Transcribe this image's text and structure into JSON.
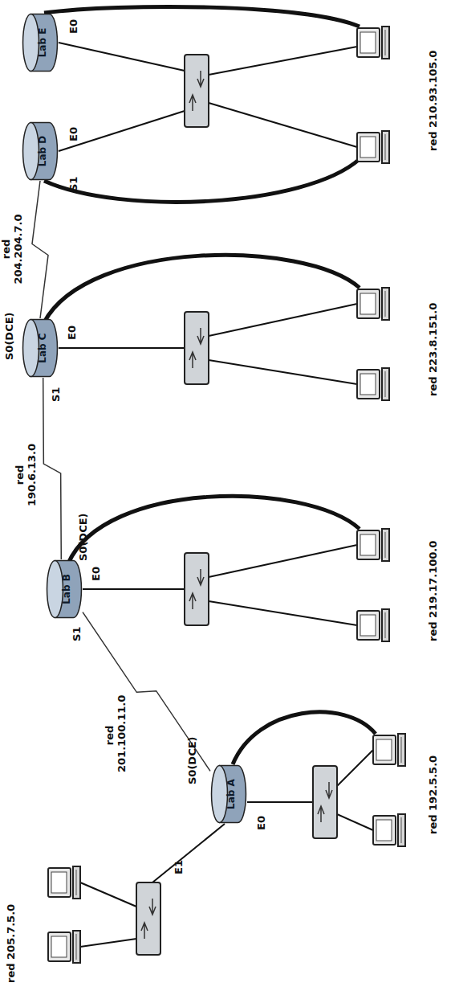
{
  "diagram": {
    "nodes": [
      {
        "text": [
          "Lab A"
        ]
      },
      {
        "text": [
          "Lab B"
        ]
      },
      {
        "text": [
          "Lab C"
        ]
      },
      {
        "text": [
          "Lab D"
        ]
      },
      {
        "text": [
          "Lab E"
        ]
      }
    ],
    "edges": [
      {
        "from": 0,
        "to": 1,
        "arrow": "none",
        "label": "red 201.100.11.0"
      },
      {
        "from": 1,
        "to": 2,
        "arrow": "none",
        "label": "red 190.6.13.0"
      },
      {
        "from": 2,
        "to": 3,
        "arrow": "none",
        "label": "red 204.204.7.0"
      }
    ],
    "labels": [
      "red 205.7.5.0",
      "E1",
      "E0",
      "S0(DCE)",
      "red 192.5.5.0",
      "S1",
      "S0(DCE)",
      "E0",
      "red 219.17.100.0",
      "S1",
      "S0(DCE)",
      "E0",
      "red 223.8.151.0",
      "S1",
      "E0",
      "E0",
      "red 210.93.105.0"
    ]
  }
}
